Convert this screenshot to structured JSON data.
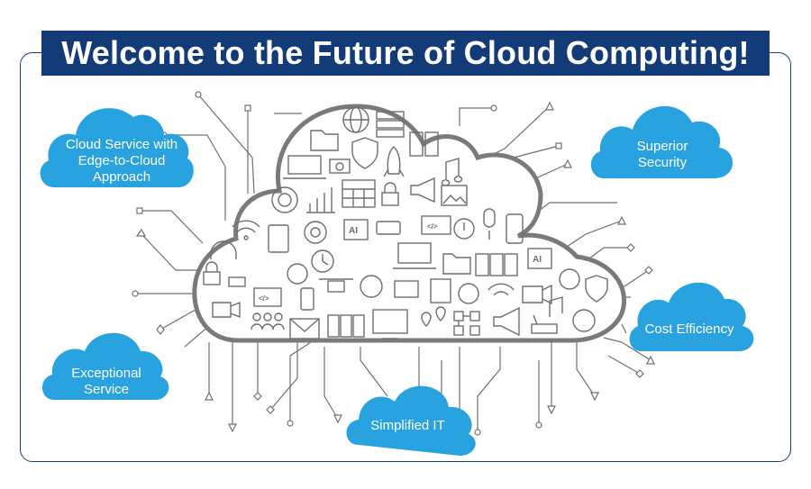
{
  "title": "Welcome to the Future of Cloud Computing!",
  "colors": {
    "banner": "#123b78",
    "frame": "#1b3f7a",
    "callout": "#29a3e0",
    "line_art": "#707070"
  },
  "callouts": [
    {
      "text": "Cloud Service with Edge-to-Cloud Approach"
    },
    {
      "text": "Superior Security"
    },
    {
      "text": "Cost Efficiency"
    },
    {
      "text": "Exceptional Service"
    },
    {
      "text": "Simplified IT"
    }
  ],
  "icons": [
    "globe-icon",
    "server-rack-icon",
    "folder-icon",
    "shield-icon",
    "rocket-icon",
    "laptop-icon",
    "camera-icon",
    "music-note-icon",
    "bar-chart-icon",
    "calendar-icon",
    "lock-icon",
    "megaphone-icon",
    "image-icon",
    "gear-icon",
    "ai-chip-icon",
    "battery-icon",
    "code-window-icon",
    "power-icon",
    "microphone-icon",
    "smartphone-icon",
    "wifi-icon",
    "headset-icon",
    "clock-icon",
    "tablet-icon",
    "drone-icon",
    "video-camera-icon",
    "team-icon",
    "envelope-icon",
    "monitor-icon",
    "map-pin-icon",
    "network-icon",
    "router-icon",
    "touch-icon",
    "usb-icon"
  ]
}
